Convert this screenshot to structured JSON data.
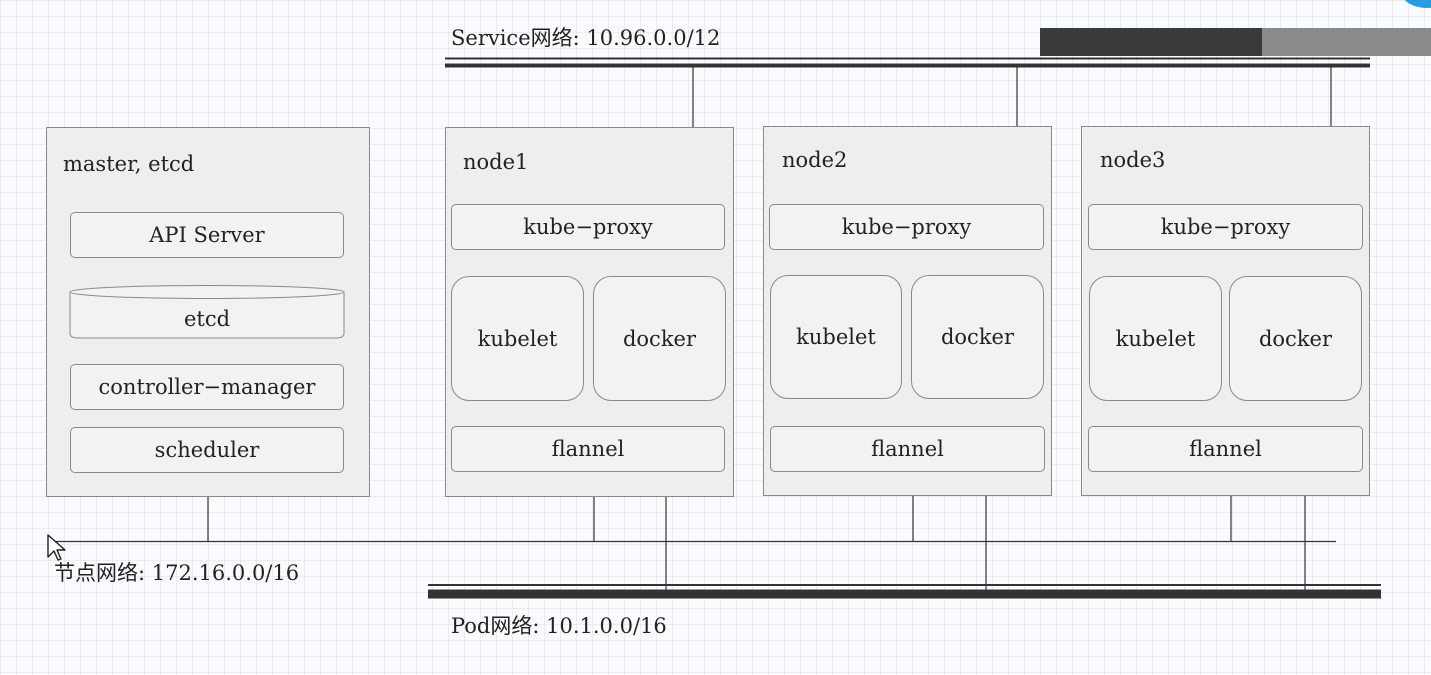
{
  "service_network": {
    "label": "Service网络: 10.96.0.0/12"
  },
  "node_network": {
    "label": "节点网络: 172.16.0.0/16"
  },
  "pod_network": {
    "label": "Pod网络: 10.1.0.0/16"
  },
  "master": {
    "title": "master, etcd",
    "api_server": "API Server",
    "etcd": "etcd",
    "controller_manager": "controller−manager",
    "scheduler": "scheduler"
  },
  "nodes": [
    {
      "title": "node1",
      "kube_proxy": "kube−proxy",
      "kubelet": "kubelet",
      "docker": "docker",
      "flannel": "flannel"
    },
    {
      "title": "node2",
      "kube_proxy": "kube−proxy",
      "kubelet": "kubelet",
      "docker": "docker",
      "flannel": "flannel"
    },
    {
      "title": "node3",
      "kube_proxy": "kube−proxy",
      "kubelet": "kubelet",
      "docker": "docker",
      "flannel": "flannel"
    }
  ],
  "colors": {
    "box_fill": "#eeeeee",
    "border": "#8a8a8a",
    "line": "#333333",
    "toolbar_dark": "#3a3a3a",
    "toolbar_gray": "#8a8a8a",
    "accent": "#2b9be0"
  }
}
